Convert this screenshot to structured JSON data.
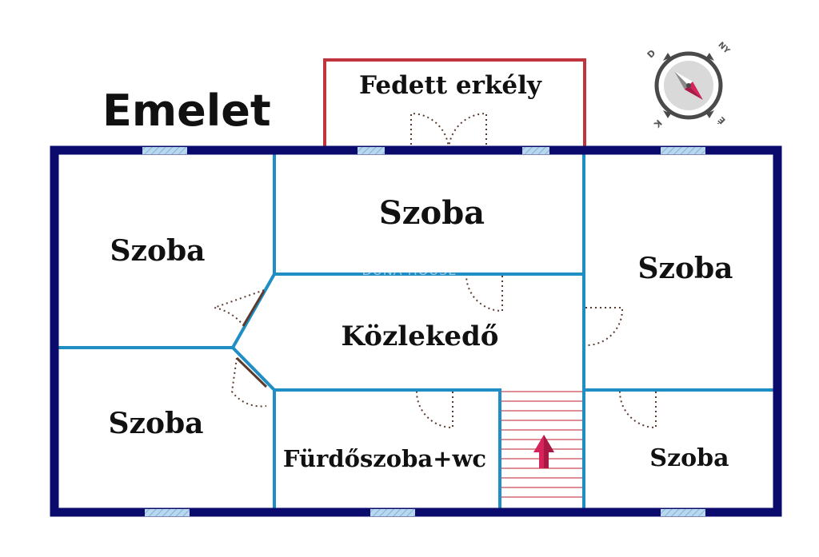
{
  "plan": {
    "title": "Emelet",
    "watermark": "DUNA HOUSE",
    "rooms": {
      "balcony": "Fedett erkély",
      "top_middle": "Szoba",
      "top_left": "Szoba",
      "right_large": "Szoba",
      "hallway": "Közlekedő",
      "bottom_left": "Szoba",
      "bathroom": "Fürdőszoba+wc",
      "bottom_right": "Szoba"
    },
    "compass": {
      "north": "É",
      "east": "K",
      "south": "D",
      "west": "NY"
    }
  },
  "colors": {
    "outer_wall": "#0b0b6e",
    "inner_wall": "#1f8ec4",
    "balcony_outline": "#c0343c",
    "window": "#9ec7e6",
    "door_swing": "#5a3b2e",
    "stairs": "#d46a74",
    "stair_arrow": "#d6245a"
  }
}
